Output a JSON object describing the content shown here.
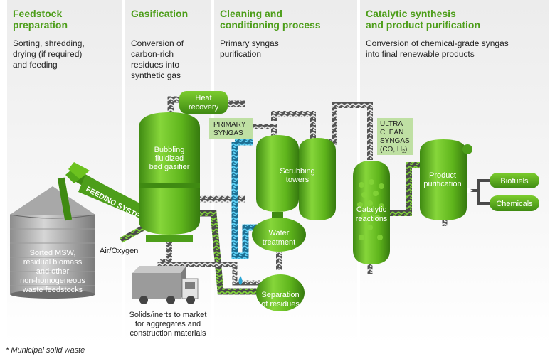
{
  "columns": [
    {
      "heading_1": "Feedstock",
      "heading_2": "preparation",
      "desc_1": "Sorting, shredding,",
      "desc_2": "drying (if required)",
      "desc_3": "and feeding"
    },
    {
      "heading_1": "Gasification",
      "heading_2": "",
      "desc_1": "Conversion of",
      "desc_2": "carbon-rich",
      "desc_3": "residues into",
      "desc_4": "synthetic gas"
    },
    {
      "heading_1": "Cleaning and",
      "heading_2": "conditioning process",
      "desc_1": "Primary syngas",
      "desc_2": "purification"
    },
    {
      "heading_1": "Catalytic synthesis",
      "heading_2": "and product purification",
      "desc_1": "Conversion of chemical-grade syngas",
      "desc_2": "into final renewable products"
    }
  ],
  "labels": {
    "silo_1": "Sorted MSW,",
    "silo_2": "residual biomass",
    "silo_3": "and other",
    "silo_4": "non-homogeneous",
    "silo_5": "waste feedstocks",
    "feeding_system": "FEEDING SYSTEM",
    "air_oxygen": "Air/Oxygen",
    "heat_1": "Heat",
    "heat_2": "recovery",
    "gasifier_1": "Bubbling",
    "gasifier_2": "fluidized",
    "gasifier_3": "bed gasifier",
    "primary_1": "PRIMARY",
    "primary_2": "SYNGAS",
    "scrub_1": "Scrubbing",
    "scrub_2": "towers",
    "water_1": "Water",
    "water_2": "treatment",
    "sep_1": "Separation",
    "sep_2": "of residues",
    "solids_1": "Solids/inerts to market",
    "solids_2": "for aggregates and",
    "solids_3": "construction materials",
    "ultra_1": "ULTRA",
    "ultra_2": "CLEAN",
    "ultra_3": "SYNGAS",
    "ultra_4": "(CO, H",
    "ultra_sub": "2",
    "ultra_5": ")",
    "catalytic_1": "Catalytic",
    "catalytic_2": "reactions",
    "product_1": "Product",
    "product_2": "purification",
    "biofuels": "Biofuels",
    "chemicals": "Chemicals"
  },
  "footnote": "* Municipal solid waste",
  "colors": {
    "heading_green": "#4d9e1a",
    "vessel_green": "#6cc21f",
    "dark_green": "#3f8a12",
    "pipe_grey": "#4a4a4a",
    "pipe_blue": "#2aa6d6",
    "column_bg": "#eeeeee"
  }
}
